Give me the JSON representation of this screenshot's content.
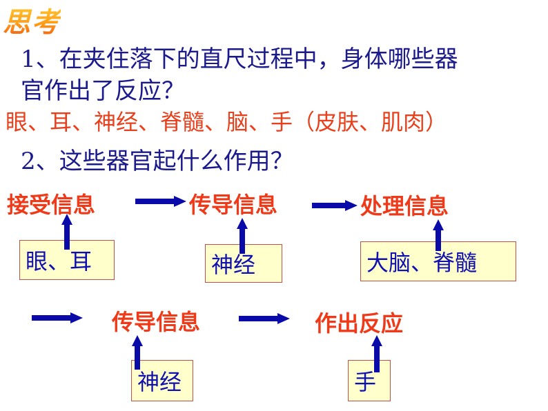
{
  "header": {
    "title": "思考"
  },
  "question1": {
    "line1": "1、在夹住落下的直尺过程中，身体哪些器",
    "line2": "官作出了反应？"
  },
  "answer1": "眼、耳、神经、脊髓、脑、手（皮肤、肌肉）",
  "question2": "2、这些器官起什么作用？",
  "diagram": {
    "colors": {
      "stage_text": "#ee3a18",
      "arrow": "#0a0aa8",
      "box_fill": "#ffffcc",
      "box_border": "#c05050",
      "box_text": "#1010b0"
    },
    "row1": {
      "stages": [
        "接受信息",
        "传导信息",
        "处理信息"
      ],
      "organs": [
        "眼、耳",
        "神经",
        "大脑、脊髓"
      ]
    },
    "row2": {
      "stages": [
        "传导信息",
        "作出反应"
      ],
      "organs": [
        "神经",
        "手"
      ]
    }
  }
}
